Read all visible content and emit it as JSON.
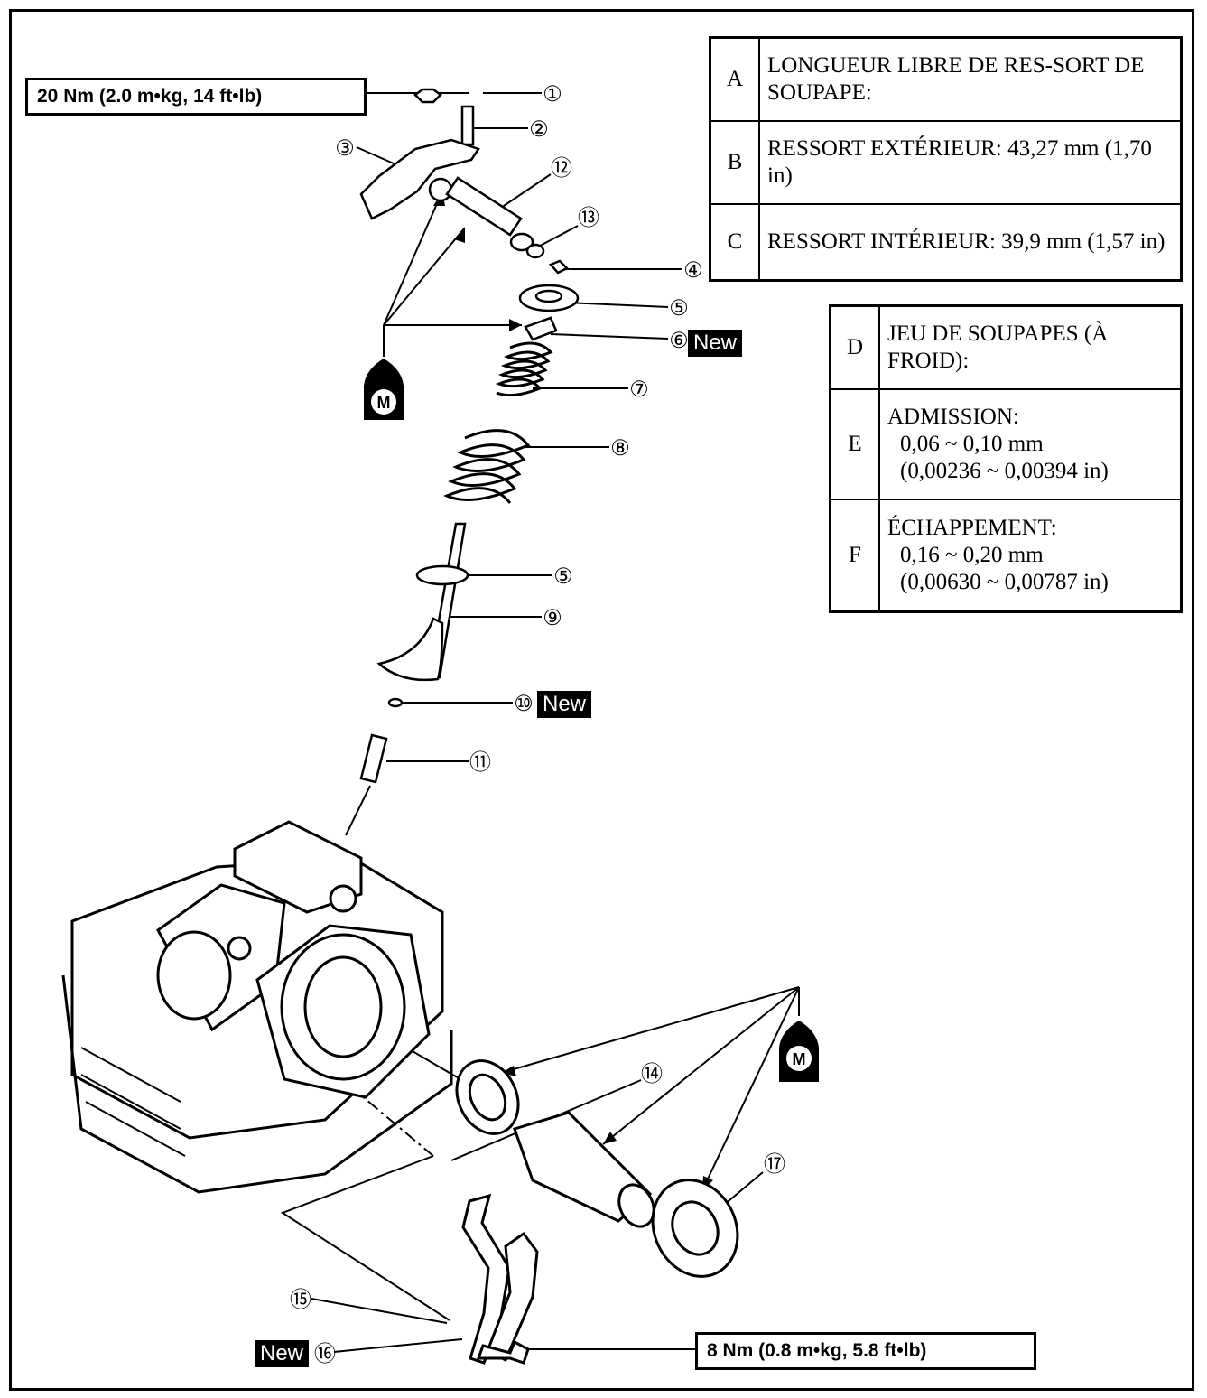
{
  "torque_specs": {
    "top": "20 Nm (2.0 m•kg, 14 ft•lb)",
    "bottom": "8 Nm (0.8 m•kg, 5.8 ft•lb)"
  },
  "spring_table": [
    {
      "key": "A",
      "text": "LONGUEUR LIBRE DE RES-SORT DE SOUPAPE:"
    },
    {
      "key": "B",
      "text": "RESSORT EXTÉRIEUR: 43,27 mm (1,70 in)"
    },
    {
      "key": "C",
      "text": "RESSORT INTÉRIEUR: 39,9 mm (1,57 in)"
    }
  ],
  "clearance_table": [
    {
      "key": "D",
      "lines": [
        "JEU DE SOUPAPES (À FROID):"
      ]
    },
    {
      "key": "E",
      "lines": [
        "ADMISSION:",
        "0,06 ~ 0,10 mm",
        "(0,00236 ~ 0,00394 in)"
      ]
    },
    {
      "key": "F",
      "lines": [
        "ÉCHAPPEMENT:",
        "0,16 ~ 0,20 mm",
        "(0,00630 ~ 0,00787 in)"
      ]
    }
  ],
  "callouts": [
    "①",
    "②",
    "③",
    "④",
    "⑤",
    "⑥",
    "⑦",
    "⑧",
    "⑤",
    "⑨",
    "⑩",
    "⑪",
    "⑫",
    "⑬",
    "⑭",
    "⑮",
    "⑯",
    "⑰"
  ],
  "new_label": "New",
  "oil_label": "M",
  "icons": [
    "molybdenum-oil-icon"
  ]
}
